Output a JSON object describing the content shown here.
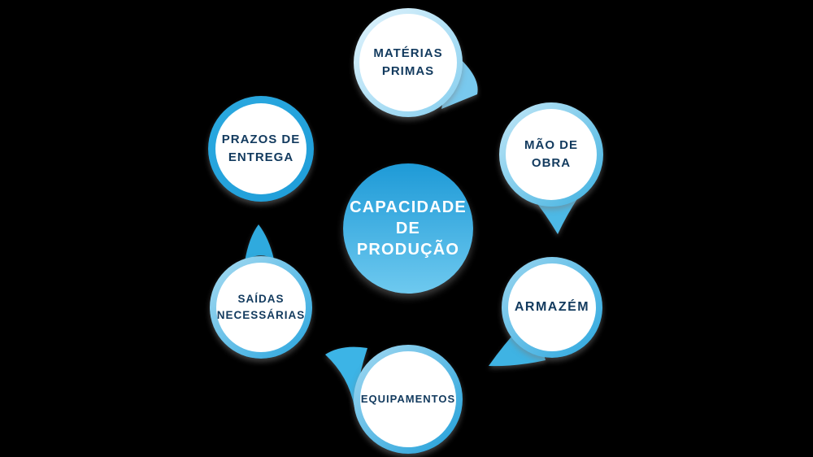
{
  "background_color": "#000000",
  "label_color": "#123a5e",
  "center": {
    "id": "capacidade-de-producao",
    "lines": [
      "CAPACIDADE",
      "DE",
      "PRODUÇÃO"
    ],
    "text_color": "#ffffff",
    "gradient_top": "#1e9ad7",
    "gradient_bottom": "#6ec9ef"
  },
  "satellites": [
    {
      "id": "materias-primas",
      "lines": [
        "MATÉRIAS",
        "PRIMAS"
      ],
      "ring_from": "#e3f4fc",
      "ring_to": "#84ceef",
      "tail_color": "#79c9ee",
      "tail_direction": "bottom-right"
    },
    {
      "id": "mao-de-obra",
      "lines": [
        "MÃO DE",
        "OBRA"
      ],
      "ring_from": "#c4e8f7",
      "ring_to": "#3db0e0",
      "tail_color": "#4db9e6",
      "tail_direction": "bottom"
    },
    {
      "id": "armazem",
      "lines": [
        "ARMAZÉM"
      ],
      "ring_from": "#9bd6f0",
      "ring_to": "#2ca7de",
      "tail_color": "#3fb3e3",
      "tail_direction": "bottom-left"
    },
    {
      "id": "equipamentos",
      "lines": [
        "EQUIPAMENTOS"
      ],
      "ring_from": "#a5daf2",
      "ring_to": "#1f9fd9",
      "tail_color": "#3cb4e6",
      "tail_direction": "top-left"
    },
    {
      "id": "saidas-necessarias",
      "lines": [
        "SAÍDAS",
        "NECESSÁRIAS"
      ],
      "ring_from": "#a9dcf2",
      "ring_to": "#28a5de",
      "tail_color": "#2faade",
      "tail_direction": "top"
    },
    {
      "id": "prazos-de-entrega",
      "lines": [
        "PRAZOS DE",
        "ENTREGA"
      ],
      "ring_from": "#2ba9e0",
      "ring_to": "#1f9dd8",
      "tail_color": "",
      "tail_direction": "none"
    }
  ]
}
